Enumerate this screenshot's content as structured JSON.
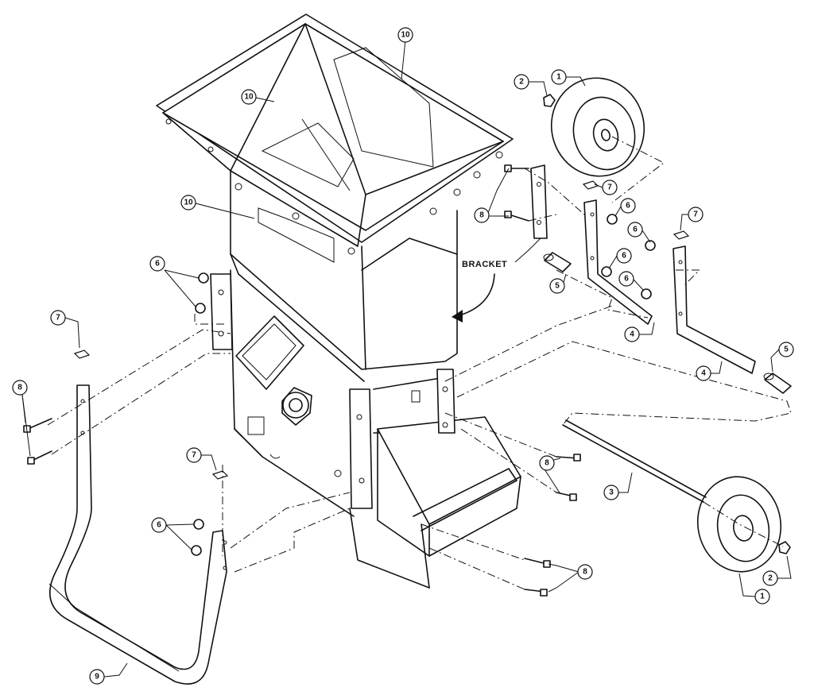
{
  "diagram": {
    "type": "exploded-parts-view",
    "bracket_label": "BRACKET",
    "callouts": [
      {
        "id": "c-10a",
        "label": "10"
      },
      {
        "id": "c-10b",
        "label": "10"
      },
      {
        "id": "c-10c",
        "label": "10"
      },
      {
        "id": "c-2a",
        "label": "2"
      },
      {
        "id": "c-1a",
        "label": "1"
      },
      {
        "id": "c-7a",
        "label": "7"
      },
      {
        "id": "c-6a",
        "label": "6"
      },
      {
        "id": "c-8a",
        "label": "8"
      },
      {
        "id": "c-7b",
        "label": "7"
      },
      {
        "id": "c-6b",
        "label": "6"
      },
      {
        "id": "c-6c",
        "label": "6"
      },
      {
        "id": "c-6d",
        "label": "6"
      },
      {
        "id": "c-5a",
        "label": "5"
      },
      {
        "id": "c-4a",
        "label": "4"
      },
      {
        "id": "c-5b",
        "label": "5"
      },
      {
        "id": "c-4b",
        "label": "4"
      },
      {
        "id": "c-6e",
        "label": "6"
      },
      {
        "id": "c-7c",
        "label": "7"
      },
      {
        "id": "c-8b",
        "label": "8"
      },
      {
        "id": "c-7d",
        "label": "7"
      },
      {
        "id": "c-6f",
        "label": "6"
      },
      {
        "id": "c-8c",
        "label": "8"
      },
      {
        "id": "c-3a",
        "label": "3"
      },
      {
        "id": "c-8d",
        "label": "8"
      },
      {
        "id": "c-2b",
        "label": "2"
      },
      {
        "id": "c-1b",
        "label": "1"
      },
      {
        "id": "c-9a",
        "label": "9"
      }
    ]
  }
}
